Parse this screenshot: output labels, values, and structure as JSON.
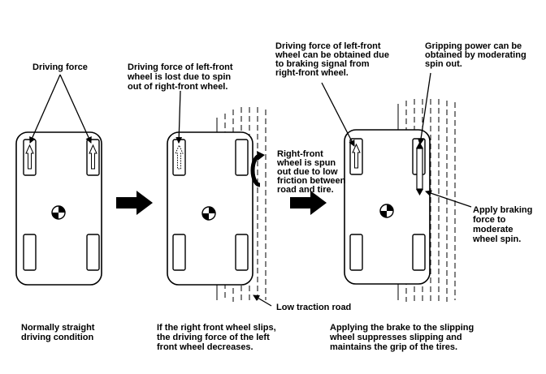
{
  "labels": {
    "p1_top": [
      "Driving force"
    ],
    "p1_bottom": [
      "Normally straight",
      "driving condition"
    ],
    "p2_top": [
      "Driving force of left-front",
      "wheel is lost due to spin",
      "out of right-front wheel."
    ],
    "p2_side": [
      "Right-front",
      "wheel is spun",
      "out due to low",
      "friction between",
      "road and tire."
    ],
    "p2_road": [
      "Low traction road"
    ],
    "p2_bottom": [
      "If the right front wheel slips,",
      "the driving force of the left",
      "front wheel decreases."
    ],
    "p3_top_left": [
      "Driving force of left-front",
      "wheel can be obtained due",
      "to braking signal from",
      "right-front wheel."
    ],
    "p3_top_right": [
      "Gripping power can be",
      "obtained by moderating",
      "spin out."
    ],
    "p3_side": [
      "Apply braking",
      "force to",
      "moderate",
      "wheel spin."
    ],
    "p3_bottom": [
      "Applying the brake to the slipping",
      "wheel suppresses slipping and",
      "maintains the grip of the tires."
    ]
  },
  "colors": {
    "ink": "#000000",
    "paper": "#ffffff"
  },
  "icons": [
    "arrow-right-icon",
    "spin-icon",
    "center-of-gravity-icon"
  ]
}
